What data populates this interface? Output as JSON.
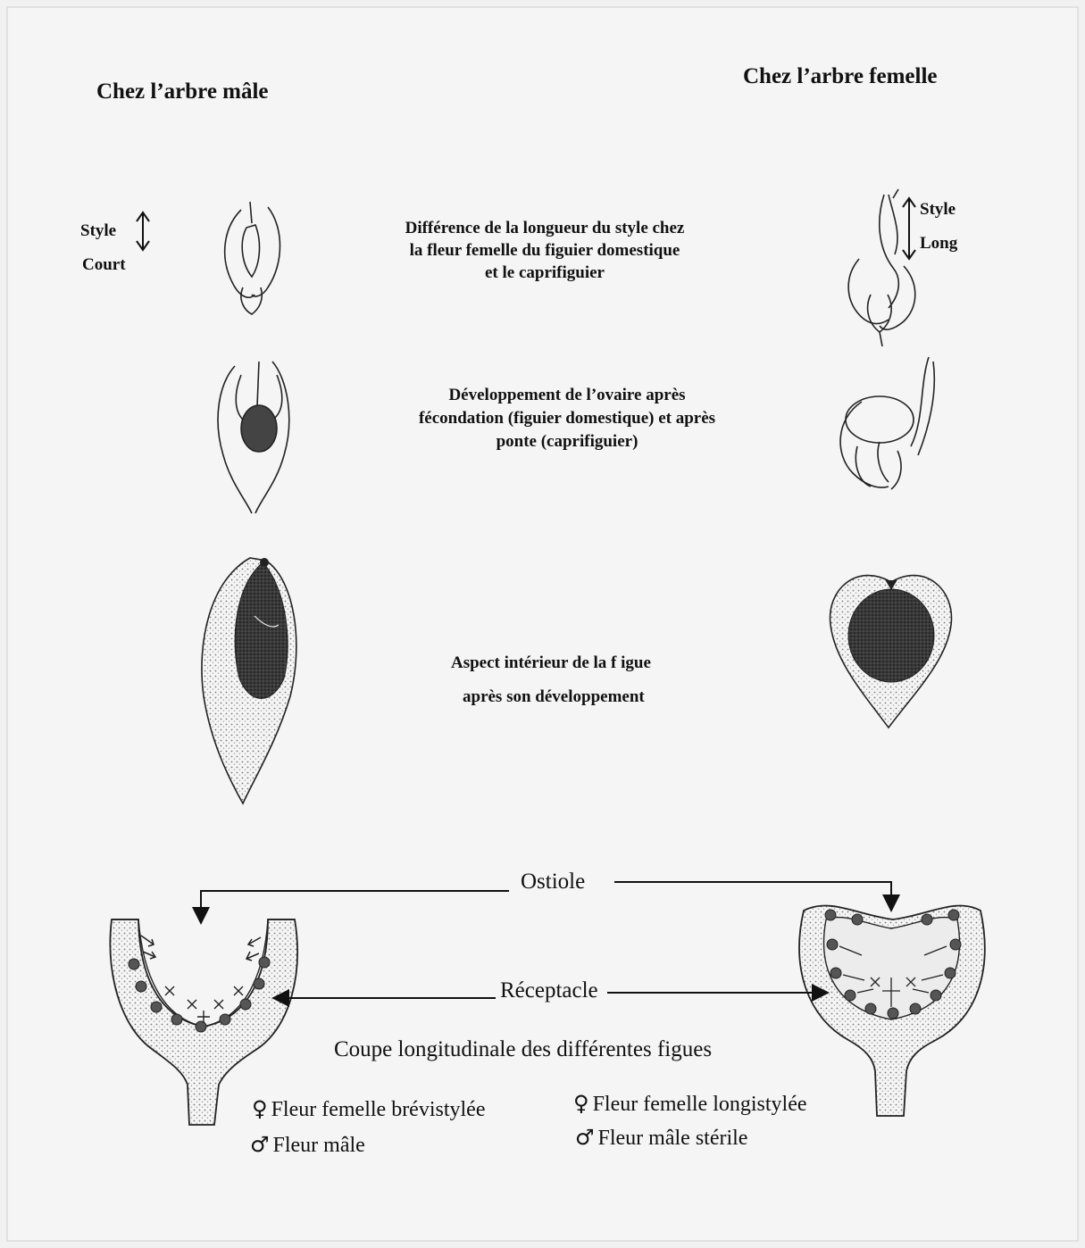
{
  "headings": {
    "male_tree": "Chez l’arbre mâle",
    "female_tree": "Chez l’arbre femelle"
  },
  "style_length": {
    "left_top": "Style",
    "left_bottom": "Court",
    "right_top": "Style",
    "right_bottom": "Long",
    "caption": [
      "Différence de la longueur du style   chez",
      "la fleur femelle du figuier domestique",
      "et le caprifiguier"
    ]
  },
  "ovary": {
    "caption": [
      "Développement de l’ovaire après",
      "fécondation (figuier domestique) et après",
      "ponte (caprifiguier)"
    ]
  },
  "interior": {
    "caption_line1": "Aspect intérieur de la f igue",
    "caption_line2": "après son développement"
  },
  "section": {
    "ostiole": "Ostiole",
    "receptacle": "Réceptacle",
    "caption": "Coupe longitudinale des différentes figues"
  },
  "legend": {
    "items": [
      {
        "symbol": "♀",
        "label": "Fleur femelle brévistylée"
      },
      {
        "symbol": "♂",
        "label": "Fleur mâle"
      },
      {
        "symbol": "♀",
        "label": "Fleur femelle longistylée"
      },
      {
        "symbol": "♂",
        "label": "Fleur mâle stérile"
      }
    ]
  },
  "colors": {
    "ink": "#111111",
    "paper": "#f1f1f1",
    "stipple": "#6f6f6f",
    "dark_fill": "#2e2e2e",
    "flower_dot": "#555555"
  }
}
